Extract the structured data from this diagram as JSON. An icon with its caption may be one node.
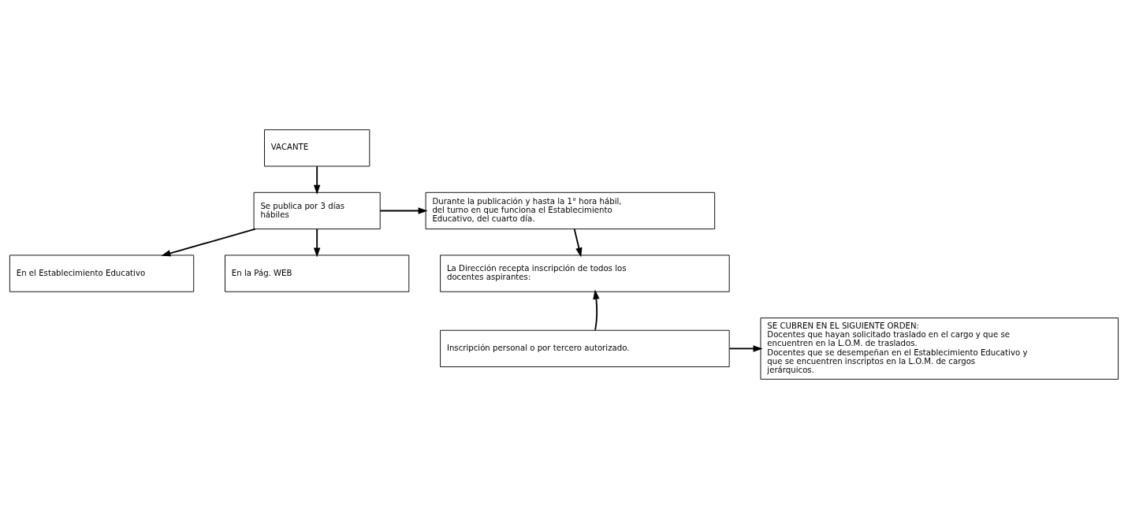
{
  "diagram": {
    "nodes": [
      {
        "text": [
          "VACANTE"
        ]
      },
      {
        "text": [
          "Se publica por 3 días hábiles"
        ]
      },
      {
        "text": [
          "Durante la publicación y hasta la 1° hora hábil, del turno en que funciona el Establecimiento Educativo, del cuarto día."
        ]
      },
      {
        "text": [
          "En el Establecimiento Educativo"
        ]
      },
      {
        "text": [
          "En la Pág. WEB"
        ]
      },
      {
        "text": [
          "La Dirección recepta inscripción de todos los docentes aspirantes:"
        ]
      },
      {
        "text": [
          "Inscripción personal o por tercero autorizado."
        ]
      },
      {
        "text": [
          "SE CUBREN EN EL SIGUIENTE ORDEN:",
          "Docentes que hayan solicitado traslado en el cargo y que se encuentren en la L.O.M. de traslados.",
          "Docentes que se desempeñan en el Establecimiento Educativo y que se encuentren inscriptos en la L.O.M. de cargos jerárquicos."
        ]
      }
    ],
    "edges": [
      {
        "from": 0,
        "to": 1,
        "arrow": "to"
      },
      {
        "from": 1,
        "to": 2,
        "arrow": "to"
      },
      {
        "from": 1,
        "to": 3,
        "arrow": "to"
      },
      {
        "from": 1,
        "to": 4,
        "arrow": "to"
      },
      {
        "from": 2,
        "to": 5,
        "arrow": "to"
      },
      {
        "from": 6,
        "to": 5,
        "arrow": "to"
      },
      {
        "from": 6,
        "to": 7,
        "arrow": "to"
      }
    ]
  }
}
